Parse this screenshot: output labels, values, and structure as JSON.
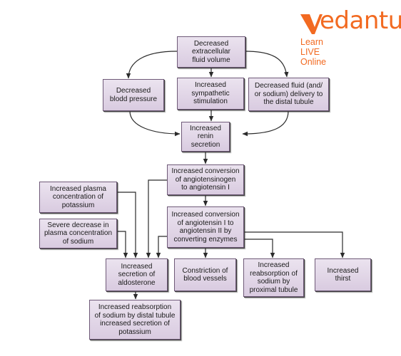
{
  "brand": {
    "logo_mark": "V",
    "logo_text": "edantu",
    "tagline": "Learn LIVE Online",
    "color": "#f26a21"
  },
  "nodes": {
    "decreased_ecf": "Decreased\nextracellular\nfluid volume",
    "decreased_bp": "Decreased\nblodd pressure",
    "increased_sympathetic": "Increased\nsympathetic\nstimulation",
    "decreased_fluid_delivery": "Decreased fluid (and/\nor sodium) delivery to\nthe distal tubule",
    "increased_renin": "Increased\nrenin\nsecretion",
    "conversion_angiotensin_i": "Increased conversion\nof angiotensinogen\nto angiotensin I",
    "plasma_potassium": "Increased plasma\nconcentration of\npotassium",
    "conversion_angiotensin_ii": "Increased conversion\nof angiotensin I to\nangiotensin II by\nconverting enzymes",
    "plasma_sodium": "Severe decrease in\nplasma concentration\nof sodium",
    "aldosterone": "Increased\nsecretion of\naldosterone",
    "vasoconstriction": "Constriction of\nblood vessels",
    "proximal_reabsorption": "Increased\nreabsorption of\nsodium by\nproximal tubule",
    "thirst": "Increased\nthirst",
    "distal_reabsorption": "Increased reabsorption\nof sodium by distal tubule\nincreased secretion of\npotassium"
  },
  "colors": {
    "box_fill_top": "#ebe3ef",
    "box_fill_bottom": "#d9cbe0",
    "box_border": "#6f5a78",
    "arrow": "#2b2b2b"
  }
}
